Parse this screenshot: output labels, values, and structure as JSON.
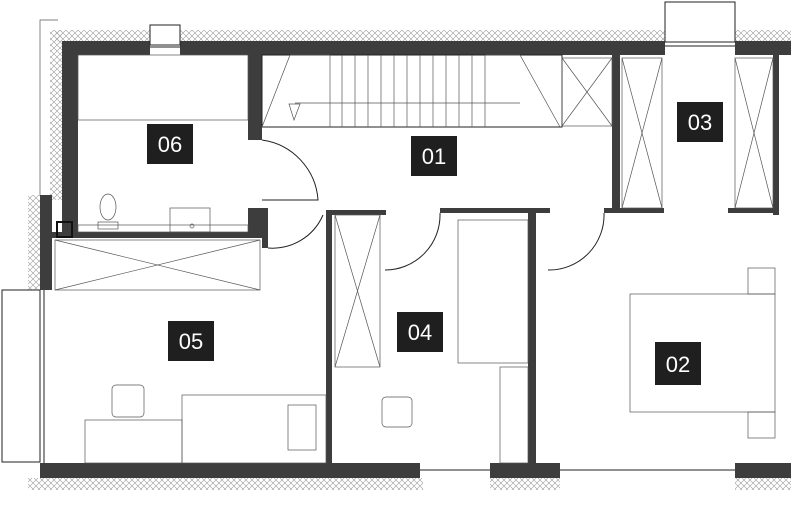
{
  "plan": {
    "rooms": [
      {
        "id": "01",
        "label": "01"
      },
      {
        "id": "02",
        "label": "02"
      },
      {
        "id": "03",
        "label": "03"
      },
      {
        "id": "04",
        "label": "04"
      },
      {
        "id": "05",
        "label": "05"
      },
      {
        "id": "06",
        "label": "06"
      }
    ],
    "colors": {
      "wall": "#3d3d3d",
      "label_bg": "#1f1f1f",
      "label_text": "#ffffff"
    }
  }
}
